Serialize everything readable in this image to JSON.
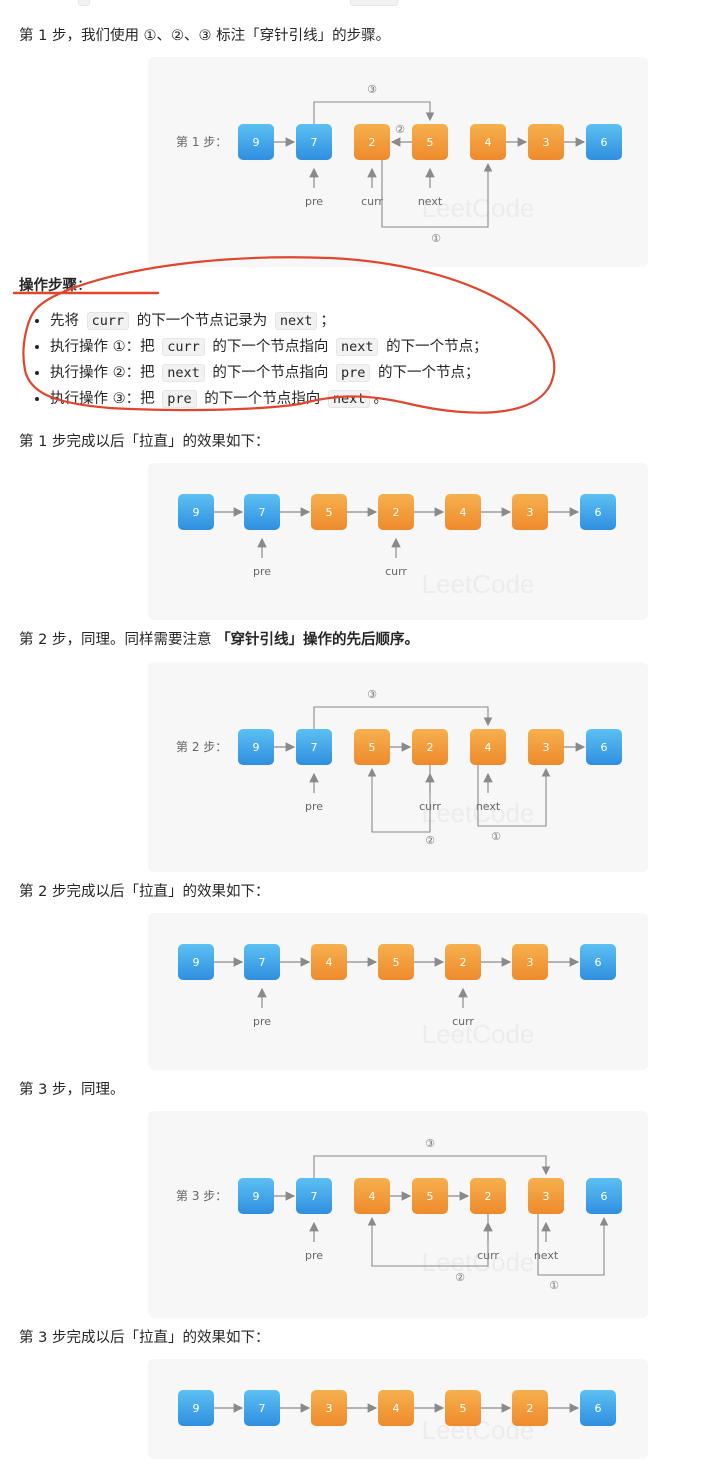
{
  "paragraphs": {
    "step1_intro_a": "第 1 步，我们使用 ①、②、③ 标注「穿针引线」的步骤。",
    "ops_title": "操作步骤",
    "ops_colon": "：",
    "step1_after": "第 1 步完成以后「拉直」的效果如下：",
    "step2_intro_a": "第 2 步，同理。同样需要注意 ",
    "step2_intro_b": "「穿针引线」操作的先后顺序。",
    "step2_after": "第 2 步完成以后「拉直」的效果如下：",
    "step3_intro": "第 3 步，同理。",
    "step3_after": "第 3 步完成以后「拉直」的效果如下："
  },
  "steps": [
    {
      "parts": [
        "先将 ",
        "curr",
        " 的下一个节点记录为 ",
        "next",
        "；"
      ]
    },
    {
      "parts": [
        "执行操作 ①：把 ",
        "curr",
        " 的下一个节点指向 ",
        "next",
        " 的下一个节点；"
      ]
    },
    {
      "parts": [
        "执行操作 ②：把 ",
        "next",
        " 的下一个节点指向 ",
        "pre",
        " 的下一个节点；"
      ]
    },
    {
      "parts": [
        "执行操作 ③：把 ",
        "pre",
        " 的下一个节点指向 ",
        "next",
        "。"
      ]
    }
  ],
  "colors": {
    "blue": "#3fa6e8",
    "orange": "#f29b3a",
    "annotation": "#e0452e"
  },
  "figures": [
    {
      "id": "fig1",
      "label": "第 1 步：",
      "nodes": [
        {
          "v": "9",
          "c": "blue"
        },
        {
          "v": "7",
          "c": "blue"
        },
        {
          "v": "2",
          "c": "orange"
        },
        {
          "v": "5",
          "c": "orange"
        },
        {
          "v": "4",
          "c": "orange"
        },
        {
          "v": "3",
          "c": "orange"
        },
        {
          "v": "6",
          "c": "blue"
        }
      ],
      "pointers": [
        {
          "name": "pre",
          "at": 1
        },
        {
          "name": "curr",
          "at": 2
        },
        {
          "name": "next",
          "at": 3
        }
      ],
      "marks": [
        "①",
        "②",
        "③"
      ]
    },
    {
      "id": "fig2",
      "label": "",
      "nodes": [
        {
          "v": "9",
          "c": "blue"
        },
        {
          "v": "7",
          "c": "blue"
        },
        {
          "v": "5",
          "c": "orange"
        },
        {
          "v": "2",
          "c": "orange"
        },
        {
          "v": "4",
          "c": "orange"
        },
        {
          "v": "3",
          "c": "orange"
        },
        {
          "v": "6",
          "c": "blue"
        }
      ],
      "pointers": [
        {
          "name": "pre",
          "at": 1
        },
        {
          "name": "curr",
          "at": 3
        }
      ]
    },
    {
      "id": "fig3",
      "label": "第 2 步：",
      "nodes": [
        {
          "v": "9",
          "c": "blue"
        },
        {
          "v": "7",
          "c": "blue"
        },
        {
          "v": "5",
          "c": "orange"
        },
        {
          "v": "2",
          "c": "orange"
        },
        {
          "v": "4",
          "c": "orange"
        },
        {
          "v": "3",
          "c": "orange"
        },
        {
          "v": "6",
          "c": "blue"
        }
      ],
      "pointers": [
        {
          "name": "pre",
          "at": 1
        },
        {
          "name": "curr",
          "at": 3
        },
        {
          "name": "next",
          "at": 4
        }
      ],
      "marks": [
        "①",
        "②",
        "③"
      ]
    },
    {
      "id": "fig4",
      "label": "",
      "nodes": [
        {
          "v": "9",
          "c": "blue"
        },
        {
          "v": "7",
          "c": "blue"
        },
        {
          "v": "4",
          "c": "orange"
        },
        {
          "v": "5",
          "c": "orange"
        },
        {
          "v": "2",
          "c": "orange"
        },
        {
          "v": "3",
          "c": "orange"
        },
        {
          "v": "6",
          "c": "blue"
        }
      ],
      "pointers": [
        {
          "name": "pre",
          "at": 1
        },
        {
          "name": "curr",
          "at": 4
        }
      ]
    },
    {
      "id": "fig5",
      "label": "第 3 步：",
      "nodes": [
        {
          "v": "9",
          "c": "blue"
        },
        {
          "v": "7",
          "c": "blue"
        },
        {
          "v": "4",
          "c": "orange"
        },
        {
          "v": "5",
          "c": "orange"
        },
        {
          "v": "2",
          "c": "orange"
        },
        {
          "v": "3",
          "c": "orange"
        },
        {
          "v": "6",
          "c": "blue"
        }
      ],
      "pointers": [
        {
          "name": "pre",
          "at": 1
        },
        {
          "name": "curr",
          "at": 4
        },
        {
          "name": "next",
          "at": 5
        }
      ],
      "marks": [
        "①",
        "②",
        "③"
      ]
    },
    {
      "id": "fig6",
      "label": "",
      "nodes": [
        {
          "v": "9",
          "c": "blue"
        },
        {
          "v": "7",
          "c": "blue"
        },
        {
          "v": "3",
          "c": "orange"
        },
        {
          "v": "4",
          "c": "orange"
        },
        {
          "v": "5",
          "c": "orange"
        },
        {
          "v": "2",
          "c": "orange"
        },
        {
          "v": "6",
          "c": "blue"
        }
      ],
      "pointers": []
    }
  ]
}
